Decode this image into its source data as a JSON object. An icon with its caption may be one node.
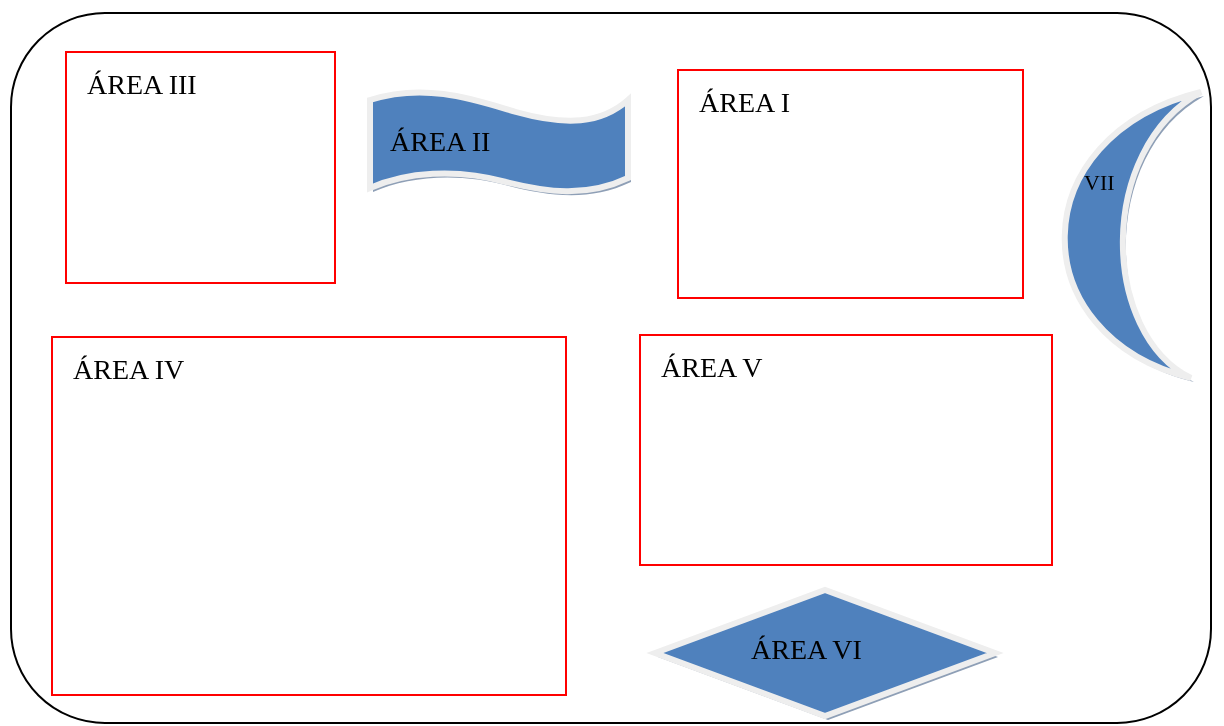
{
  "diagram": {
    "nodes": [
      {
        "text": [],
        "shape": "box"
      },
      {
        "text": [
          "ÁREA III"
        ],
        "in": 0
      },
      {
        "text": [
          "ÁREA II"
        ],
        "in": 0
      },
      {
        "text": [
          "ÁREA I"
        ],
        "in": 0
      },
      {
        "text": [
          "VII"
        ],
        "in": 0
      },
      {
        "text": [
          "ÁREA IV"
        ],
        "in": 0
      },
      {
        "text": [
          "ÁREA V"
        ],
        "in": 0
      },
      {
        "text": [
          "ÁREA VI"
        ],
        "in": 0
      }
    ]
  }
}
